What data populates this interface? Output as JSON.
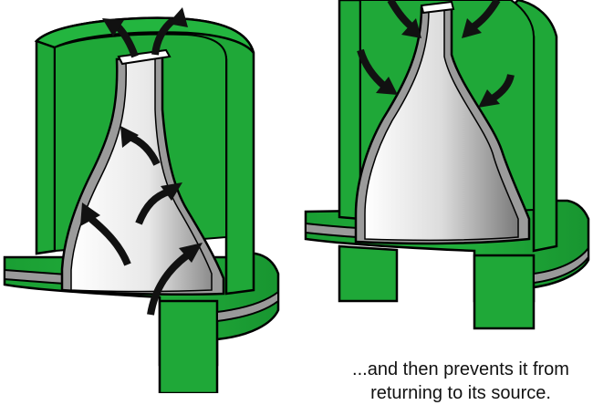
{
  "figure": {
    "left_panel": {
      "flow": "upward-through-cone",
      "arrow_icon": "curved-arrow-up"
    },
    "right_panel": {
      "flow": "downward-blocked-by-cone",
      "arrow_icon": "curved-arrow-down"
    },
    "colors": {
      "housing": "#1fa838",
      "housing_inner": "#168f2c",
      "outline": "#000000",
      "metal_light": "#f4f4f4",
      "metal_mid": "#c9c9c9",
      "metal_dark": "#7f7f7f",
      "arrow": "#111111"
    }
  },
  "caption": {
    "line1": "...and then prevents it from",
    "line2": "returning to its source."
  }
}
